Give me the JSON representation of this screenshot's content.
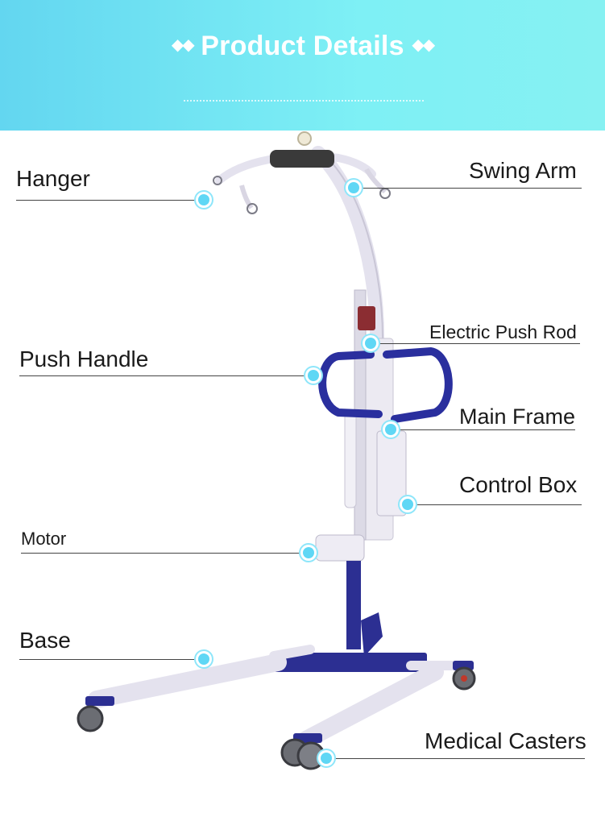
{
  "header": {
    "title": "Product Details",
    "ornament": "◆◆",
    "background": "#73e4f3"
  },
  "labels": {
    "hanger": "Hanger",
    "swing_arm": "Swing Arm",
    "electric_push_rod": "Electric Push Rod",
    "push_handle": "Push Handle",
    "main_frame": "Main Frame",
    "control_box": "Control Box",
    "motor": "Motor",
    "base": "Base",
    "medical_casters": "Medical Casters"
  },
  "colors": {
    "marker": "#5fd7f5",
    "frame": "#e4e2ee",
    "handle": "#2a2f9e",
    "base_bracket": "#2c2f92"
  }
}
